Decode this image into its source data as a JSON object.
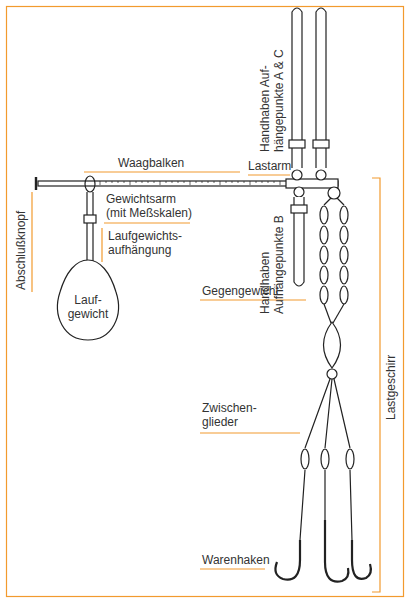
{
  "diagram": {
    "nodes": [
      {
        "text": [
          "Lauf- gewicht"
        ]
      }
    ],
    "labels": [
      "Waagbalken",
      "Handhaben Auf- hängepunkte A & C",
      "Abschlußknopf",
      "Gewichtsarm (mit Meßskalen)",
      "Lastarm",
      "Laufgewichts- aufhängung",
      "Handhaben Aufhängepunkte B",
      "Gegengewicht",
      "Lastgeschirr",
      "Zwischen- glieder",
      "Warenhaken"
    ]
  }
}
